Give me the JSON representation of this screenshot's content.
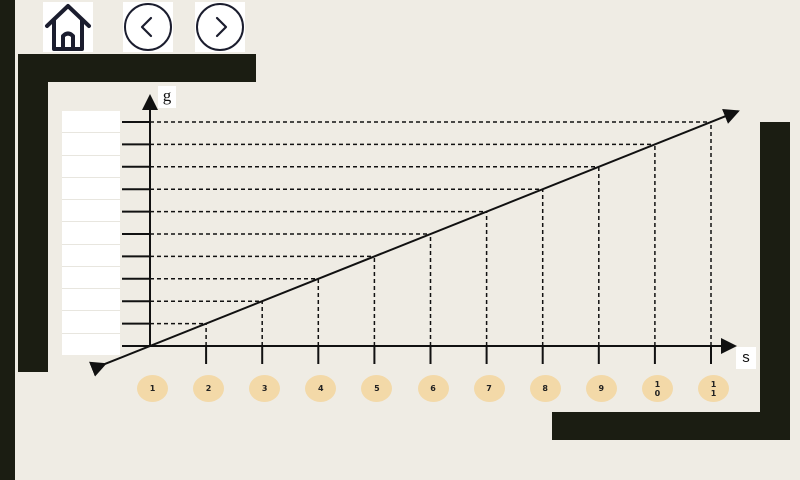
{
  "nav": {
    "home": "home-icon",
    "back": "chevron-left-icon",
    "forward": "chevron-right-icon"
  },
  "colors": {
    "background": "#efece4",
    "frame": "#1b1d12",
    "point_button": "#f3d9a8"
  },
  "graph": {
    "y_axis_label": "g",
    "x_axis_label": "s",
    "x_ticks": [
      "1",
      "2",
      "3",
      "4",
      "5",
      "6",
      "7",
      "8",
      "9",
      "10",
      "11"
    ],
    "y_answer_values": [
      "",
      "",
      "",
      "",
      "",
      "",
      "",
      "",
      "",
      "",
      ""
    ]
  }
}
